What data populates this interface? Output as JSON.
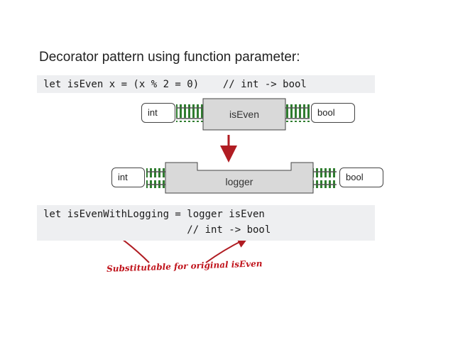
{
  "title": "Decorator pattern using function parameter:",
  "code1": "let isEven x = (x % 2 = 0)    // int -> bool",
  "diagram1": {
    "input": "int",
    "function": "isEven",
    "output": "bool"
  },
  "diagram2": {
    "input": "int",
    "function": "logger",
    "output": "bool"
  },
  "code2": {
    "line1": "let isEvenWithLogging = logger isEven",
    "line2": "                        // int -> bool"
  },
  "annotation": "Substitutable for original isEven",
  "colors": {
    "track_green": "#2f7d2f",
    "arrow_red": "#b01c22",
    "box_gray": "#d9d9d9"
  }
}
